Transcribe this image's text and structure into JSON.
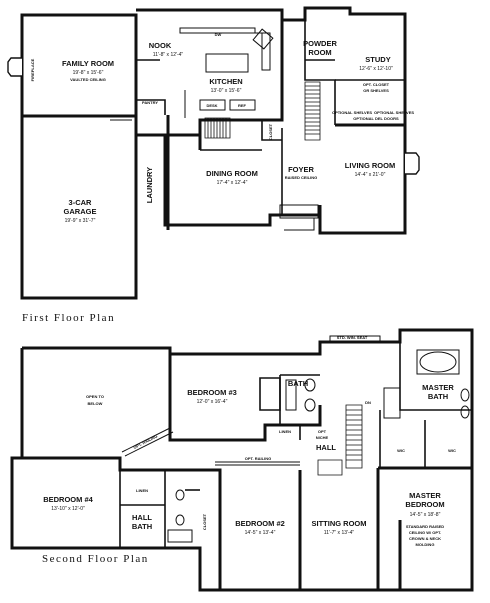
{
  "captions": {
    "first": "First Floor Plan",
    "second": "Second Floor Plan"
  },
  "first_floor": {
    "family_room": {
      "name": "FAMILY ROOM",
      "dims": "19'-8\" x 15'-6\"",
      "note": "VAULTED CEILING"
    },
    "fireplace": "FIREPLACE",
    "nook": {
      "name": "NOOK",
      "dims": "11'-8\" x 12'-4\""
    },
    "kitchen": {
      "name": "KITCHEN",
      "dims": "13'-0\" x 15'-6\""
    },
    "pantry": "PANTRY",
    "powder_room": {
      "name": "POWDER",
      "name2": "ROOM"
    },
    "study": {
      "name": "STUDY",
      "dims": "12'-6\" x 12'-10\"",
      "note1": "OPT. CLOSET",
      "note2": "OR SHELVES"
    },
    "optional_shelves": "OPTIONAL SHELVES",
    "optional_del_doors": "OPTIONAL DEL DOORS",
    "optional_shelves_2": "OPTIONAL SHELVES",
    "garage": {
      "name": "3-CAR",
      "name2": "GARAGE",
      "dims": "19'-9\" x 31'-7\""
    },
    "laundry": "LAUNDRY",
    "dining_room": {
      "name": "DINING ROOM",
      "dims": "17'-4\" x 12'-4\""
    },
    "foyer": {
      "name": "FOYER",
      "note": "RAISED CEILING"
    },
    "living_room": {
      "name": "LIVING ROOM",
      "dims": "14'-4\" x 21'-0\""
    },
    "closet": "CLOSET",
    "desk": "DESK",
    "dw": "DW",
    "ref": "REF"
  },
  "second_floor": {
    "open_below": {
      "line1": "OPEN TO",
      "line2": "BELOW"
    },
    "bedroom3": {
      "name": "BEDROOM #3",
      "dims": "12'-0\" x 16'-4\""
    },
    "bath": "BATH",
    "std_win_seat": "STD. WIN. SEAT",
    "master_bath": {
      "name": "MASTER",
      "name2": "BATH"
    },
    "linen1": "LINEN",
    "opt_niche": {
      "line1": "OPT",
      "line2": "NICHE"
    },
    "hall": "HALL",
    "opt_railing_1": "OPT. RAILING",
    "opt_railing_2": "OPT. RAILING",
    "bedroom4": {
      "name": "BEDROOM #4",
      "dims": "13'-10\" x 12'-0\""
    },
    "linen2": "LINEN",
    "hall_bath": {
      "name": "HALL",
      "name2": "BATH"
    },
    "closet": "CLOSET",
    "bedroom2": {
      "name": "BEDROOM #2",
      "dims": "14'-5\" x 13'-4\""
    },
    "sitting_room": {
      "name": "SITTING ROOM",
      "dims": "11'-7\" x 13'-4\""
    },
    "master_bedroom": {
      "name": "MASTER",
      "name2": "BEDROOM",
      "dims": "14'-5\" x 18'-8\"",
      "note1": "STANDARD RAISED",
      "note2": "CEILING W/ OPT.",
      "note3": "CROWN & NECK",
      "note4": "MOLDING"
    },
    "wic_left": "WIC",
    "wic_right": "WIC",
    "dn": "DN"
  }
}
